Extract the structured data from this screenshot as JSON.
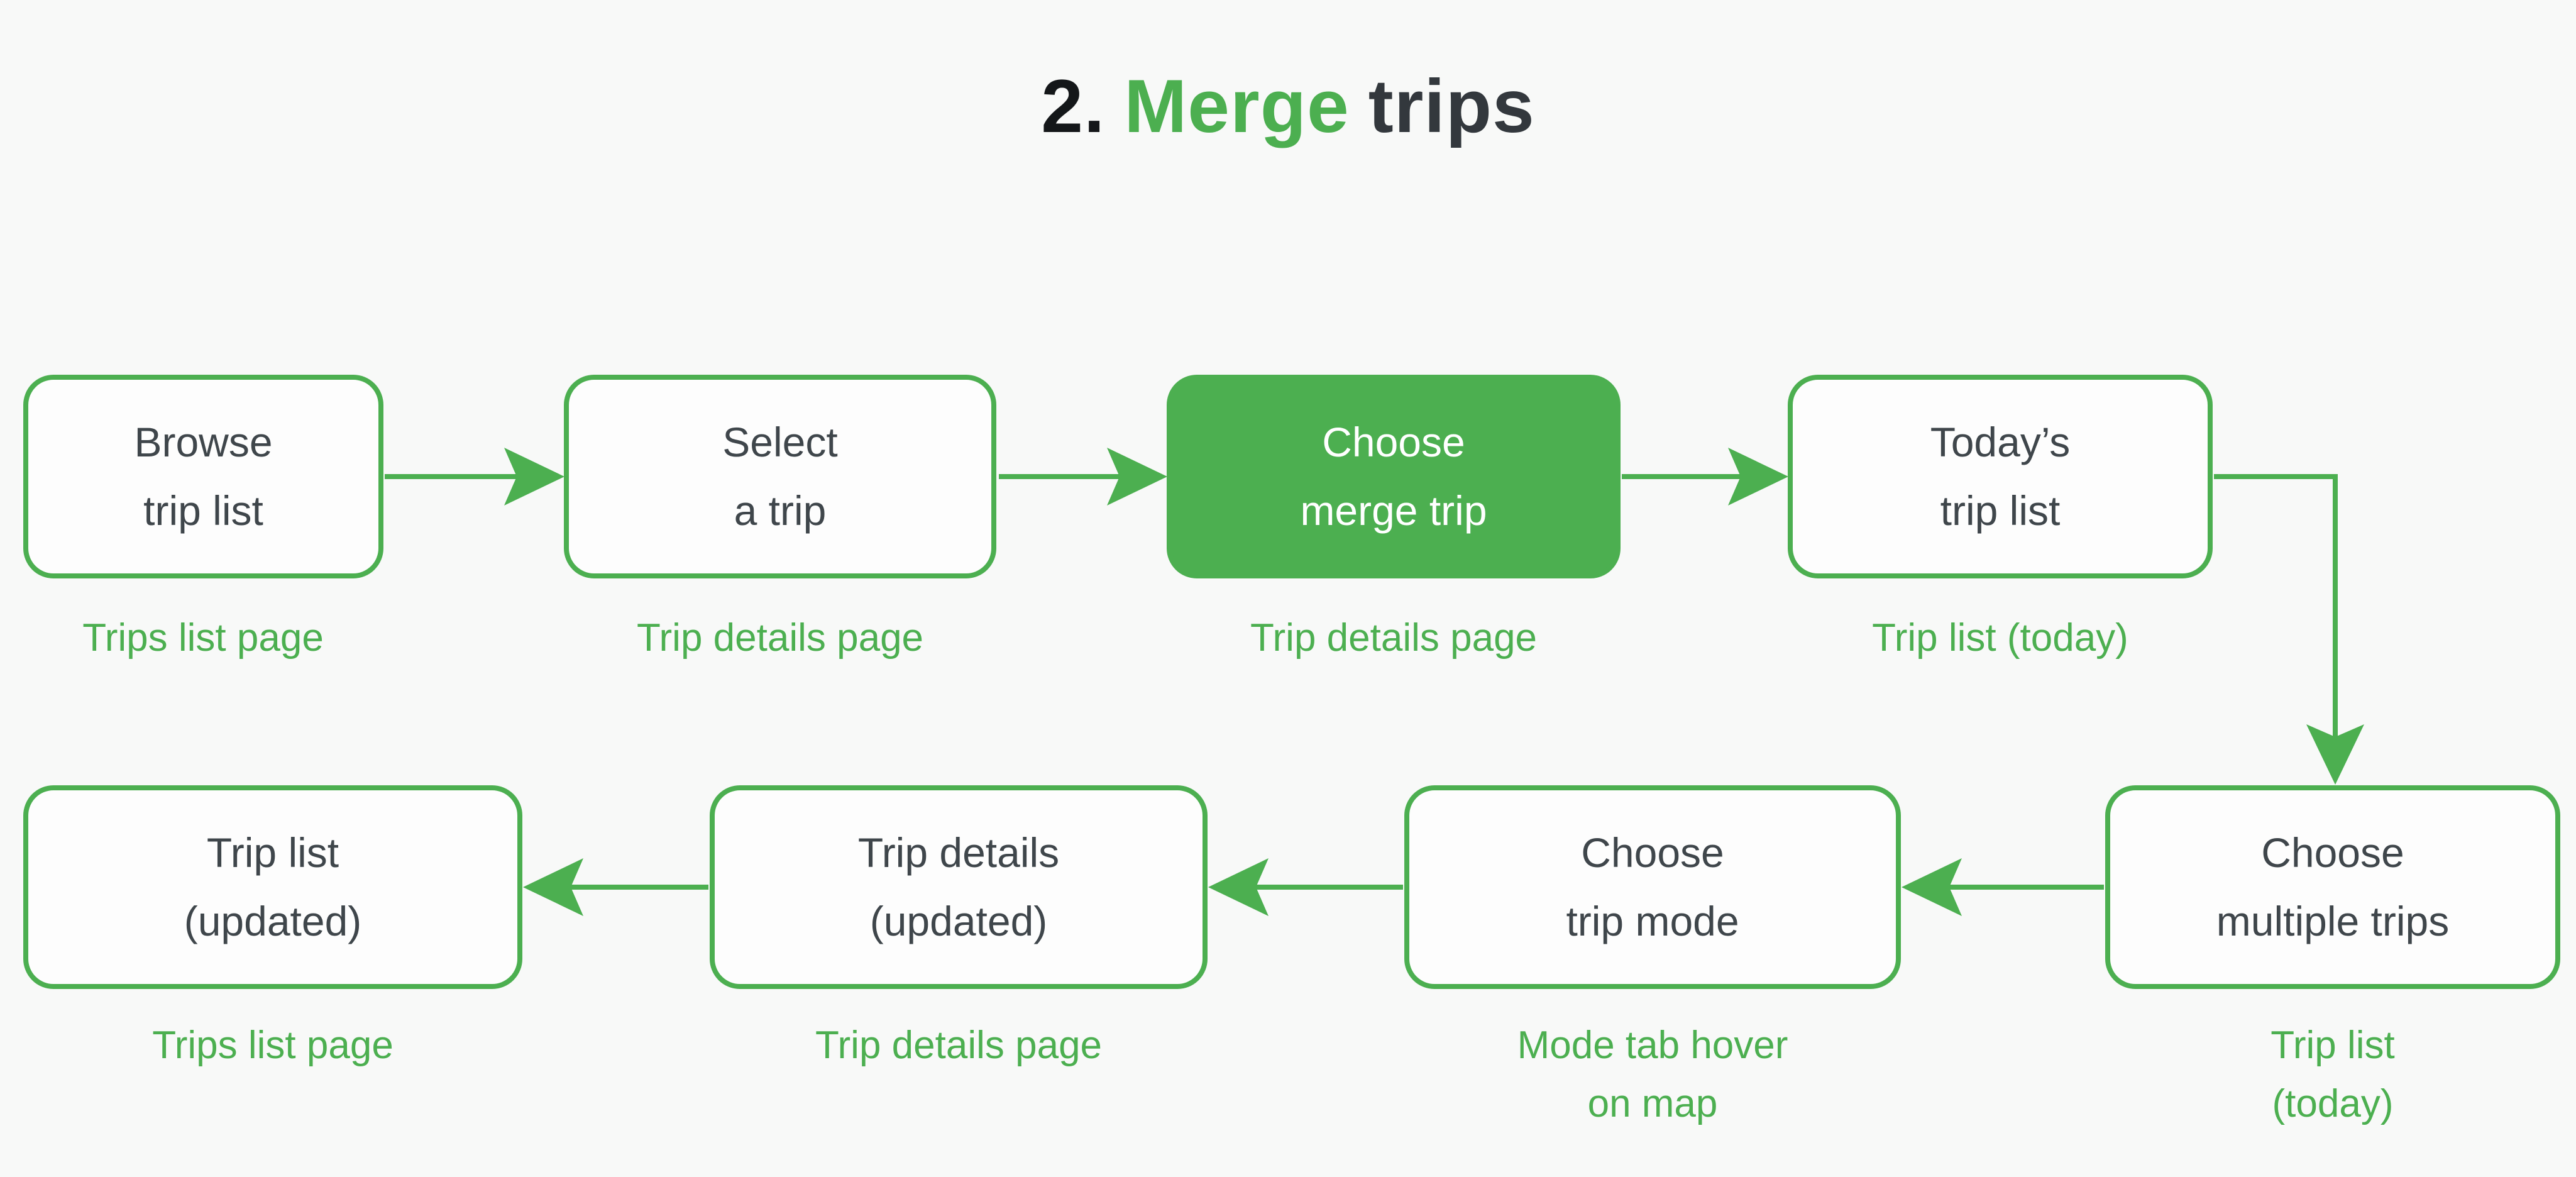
{
  "title": {
    "number": "2.",
    "highlight": "Merge",
    "rest": "trips"
  },
  "colors": {
    "accent_green": "#4caf50",
    "node_text": "#3f464b",
    "title_dark": "#33383d",
    "background": "#f8f9f8",
    "node_background": "#fdfdfd",
    "filled_node_text": "#ffffff"
  },
  "flow": {
    "nodes": [
      {
        "id": "browse-trip-list",
        "label": "Browse\ntrip list",
        "caption": "Trips list page",
        "variant": "outline"
      },
      {
        "id": "select-a-trip",
        "label": "Select\na trip",
        "caption": "Trip details page",
        "variant": "outline"
      },
      {
        "id": "choose-merge-trip",
        "label": "Choose\nmerge trip",
        "caption": "Trip details page",
        "variant": "filled"
      },
      {
        "id": "todays-trip-list",
        "label": "Today’s\ntrip list",
        "caption": "Trip list (today)",
        "variant": "outline"
      },
      {
        "id": "choose-multiple-trips",
        "label": "Choose\nmultiple trips",
        "caption": "Trip list (today)",
        "variant": "outline"
      },
      {
        "id": "choose-trip-mode",
        "label": "Choose\ntrip mode",
        "caption": "Mode tab hover\non map",
        "variant": "outline"
      },
      {
        "id": "trip-details-updated",
        "label": "Trip details\n(updated)",
        "caption": "Trip details page",
        "variant": "outline"
      },
      {
        "id": "trip-list-updated",
        "label": "Trip list\n(updated)",
        "caption": "Trips list page",
        "variant": "outline"
      }
    ],
    "connections": [
      {
        "from": "browse-trip-list",
        "to": "select-a-trip"
      },
      {
        "from": "select-a-trip",
        "to": "choose-merge-trip"
      },
      {
        "from": "choose-merge-trip",
        "to": "todays-trip-list"
      },
      {
        "from": "todays-trip-list",
        "to": "choose-multiple-trips"
      },
      {
        "from": "choose-multiple-trips",
        "to": "choose-trip-mode"
      },
      {
        "from": "choose-trip-mode",
        "to": "trip-details-updated"
      },
      {
        "from": "trip-details-updated",
        "to": "trip-list-updated"
      }
    ]
  }
}
